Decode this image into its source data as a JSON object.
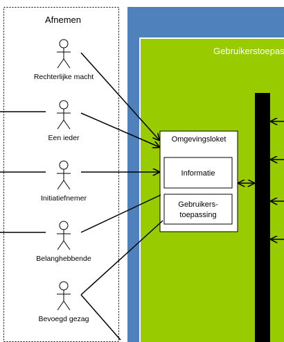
{
  "diagram": {
    "panel_title": "Afnemen",
    "actors": [
      {
        "label": "Rechterlijke macht"
      },
      {
        "label": "Een ieder"
      },
      {
        "label": "Initiatiefnemer"
      },
      {
        "label": "Belanghebbende"
      },
      {
        "label": "Bevoegd gezag"
      }
    ],
    "green_title": "Gebruikerstoepas",
    "loket": {
      "title": "Omgevingsloket",
      "box_informatie": "Informatie",
      "box_toepassing_line1": "Gebruikers-",
      "box_toepassing_line2": "toepassing"
    },
    "colors": {
      "blue": "#4f81bd",
      "green": "#99cc00",
      "black_bar": "#000000",
      "line": "#000000"
    }
  }
}
